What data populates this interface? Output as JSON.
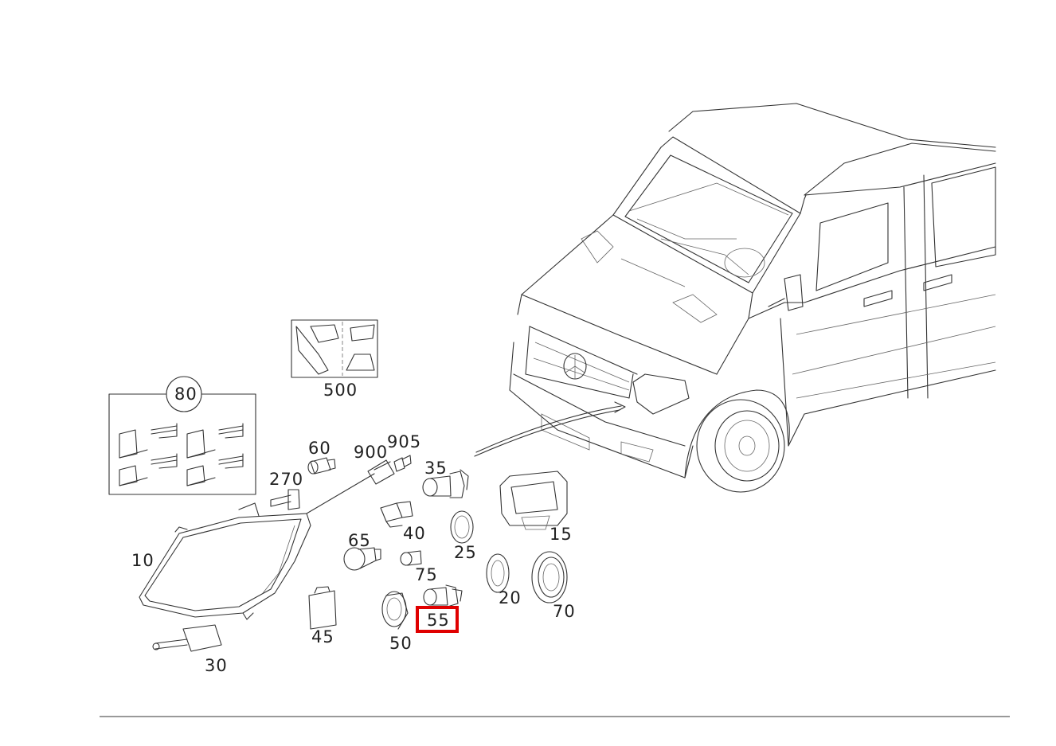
{
  "parts": [
    {
      "id": "p10",
      "label": "10"
    },
    {
      "id": "p15",
      "label": "15"
    },
    {
      "id": "p20",
      "label": "20"
    },
    {
      "id": "p25",
      "label": "25"
    },
    {
      "id": "p30",
      "label": "30"
    },
    {
      "id": "p35",
      "label": "35"
    },
    {
      "id": "p40",
      "label": "40"
    },
    {
      "id": "p45",
      "label": "45"
    },
    {
      "id": "p50",
      "label": "50"
    },
    {
      "id": "p55",
      "label": "55"
    },
    {
      "id": "p60",
      "label": "60"
    },
    {
      "id": "p65",
      "label": "65"
    },
    {
      "id": "p70",
      "label": "70"
    },
    {
      "id": "p75",
      "label": "75"
    },
    {
      "id": "p80",
      "label": "80"
    },
    {
      "id": "p270",
      "label": "270"
    },
    {
      "id": "p500",
      "label": "500"
    },
    {
      "id": "p900",
      "label": "900"
    },
    {
      "id": "p905",
      "label": "905"
    }
  ],
  "highlighted_part": "55",
  "colors": {
    "highlight": "#e00000",
    "line": "#333333"
  }
}
